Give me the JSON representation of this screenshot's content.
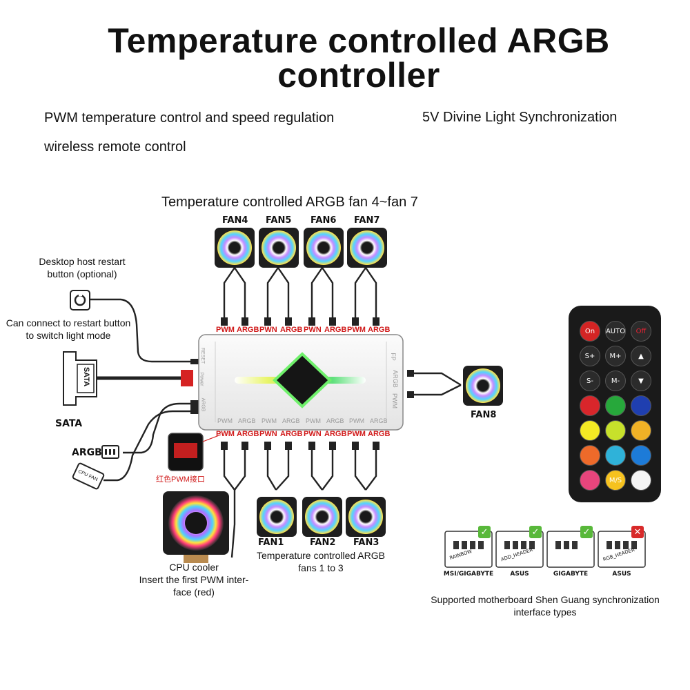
{
  "title_line1": "Temperature controlled ARGB",
  "title_line2": "controller",
  "features": {
    "pwm": "PWM temperature control and speed regulation",
    "sync": "5V Divine Light Synchronization",
    "remote": "wireless remote control"
  },
  "top_fans_caption": "Temperature controlled ARGB fan 4~fan 7",
  "top_fans": [
    "FAN4",
    "FAN5",
    "FAN6",
    "FAN7"
  ],
  "bottom_fans": [
    "FAN1",
    "FAN2",
    "FAN3"
  ],
  "side_fan": "FAN8",
  "port_labels_top": [
    "PWM",
    "ARGB",
    "PWN",
    "ARGB",
    "PWN",
    "ARGB",
    "PWM",
    "ARGB"
  ],
  "port_labels_hub": [
    "PWM",
    "ARGB",
    "PWM",
    "ARGB",
    "PWM",
    "ARGB",
    "PWM",
    "ARGB"
  ],
  "port_labels_bottom": [
    "PWM",
    "ARGB",
    "PWN",
    "ARGB",
    "PWN",
    "ARGB",
    "PWM",
    "ARGB"
  ],
  "hub_side": {
    "fp": "FP",
    "argb": "ARGB",
    "pwm": "PWM"
  },
  "hub_left": {
    "reset": "RESET",
    "power": "Power",
    "argb": "ARGB"
  },
  "restart_label": "Desktop host restart button (optional)",
  "restart_note": "Can connect to restart button to switch light mode",
  "sata_label": "SATA",
  "sata_plug_text": "SATA",
  "argb_label": "ARGB",
  "cpu_fan_plug": "CPU FAN",
  "red_pwm_label": "红色PWM接口",
  "cpu_cooler": {
    "line1": "CPU cooler",
    "line2": "Insert the first PWM inter-",
    "line3": "face (red)"
  },
  "bottom_caption": {
    "line1": "Temperature controlled ARGB",
    "line2": "fans 1 to 3"
  },
  "remote": {
    "on": "On",
    "auto": "AUTO",
    "off": "Off",
    "s_plus": "S+",
    "m_plus": "M+",
    "s_minus": "S-",
    "m_minus": "M-",
    "mode": "M/S"
  },
  "motherboards": [
    {
      "name": "MSI/GIGABYTE",
      "supported": true,
      "conn": "RAINBOW"
    },
    {
      "name": "ASUS",
      "supported": true,
      "conn": "ADD_HEADER"
    },
    {
      "name": "GIGABYTE",
      "supported": true,
      "conn": ""
    },
    {
      "name": "ASUS",
      "supported": false,
      "conn": "RGB_HEADER"
    }
  ],
  "mb_caption": {
    "line1": "Supported motherboard Shen Guang synchronization",
    "line2": "interface types"
  }
}
